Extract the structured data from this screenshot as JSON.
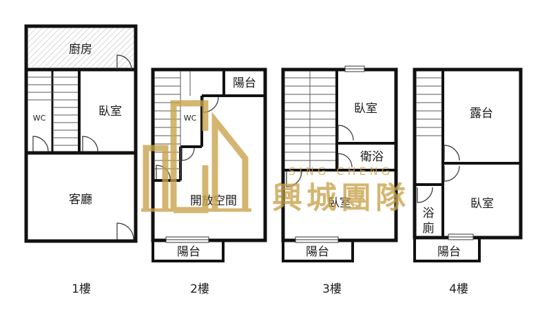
{
  "floors": [
    {
      "floor_label": "1樓",
      "rooms": {
        "kitchen": "廚房",
        "bedroom": "臥室",
        "wc": "WC",
        "living_room": "客廳"
      }
    },
    {
      "floor_label": "2樓",
      "rooms": {
        "balcony_top": "陽台",
        "wc": "WC",
        "open_space": "開放空間",
        "balcony_bottom": "陽台"
      }
    },
    {
      "floor_label": "3樓",
      "rooms": {
        "bedroom_top": "臥室",
        "bathroom": "衛浴",
        "bedroom_bottom": "臥室",
        "balcony": "陽台"
      }
    },
    {
      "floor_label": "4樓",
      "rooms": {
        "terrace": "露台",
        "bath_top": "浴",
        "bath_bottom": "廁",
        "bedroom": "臥室",
        "balcony": "陽台"
      }
    }
  ],
  "watermark": {
    "english": "SING CHENG",
    "chinese": "興城團隊",
    "color": "#c9a24a"
  }
}
